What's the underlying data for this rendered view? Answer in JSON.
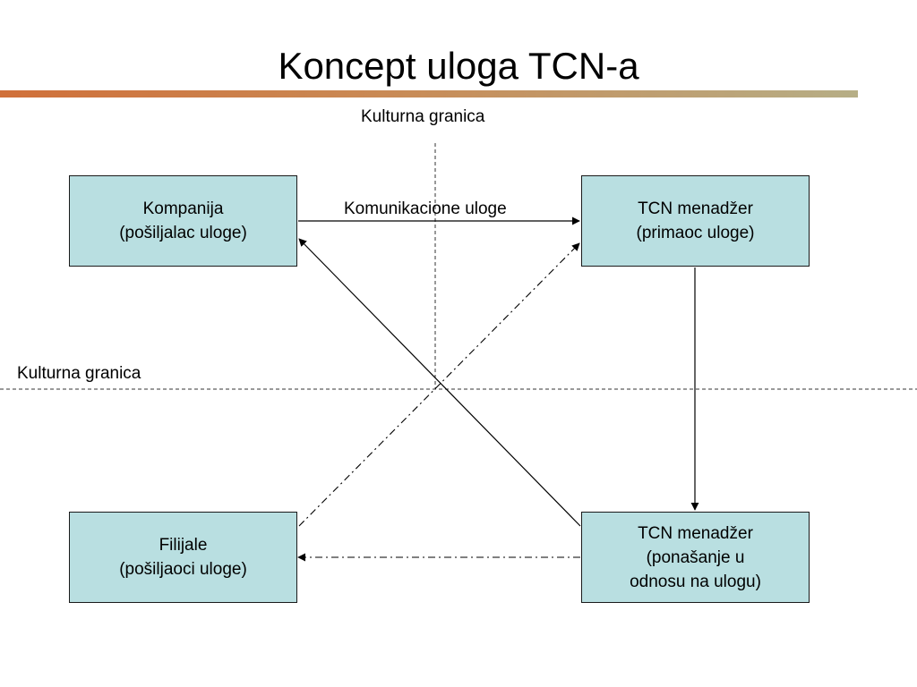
{
  "title": "Koncept uloga TCN-a",
  "colors": {
    "box_fill": "#b9dfe1",
    "title_bar_start": "#d0703a",
    "title_bar_end": "#b6ae86"
  },
  "labels": {
    "border_vertical": "Kulturna granica",
    "border_horizontal": "Kulturna granica",
    "communication": "Komunikacione uloge"
  },
  "nodes": {
    "kompanija": {
      "line1": "Kompanija",
      "line2": "(pošiljalac uloge)"
    },
    "tcn_primaoc": {
      "line1": "TCN menadžer",
      "line2": "(primaoc uloge)"
    },
    "filijale": {
      "line1": "Filijale",
      "line2": "(pošiljaoci uloge)"
    },
    "tcn_ponasanje": {
      "line1": "TCN menadžer",
      "line2": "(ponašanje u",
      "line3": "odnosu na ulogu)"
    }
  },
  "edges": [
    {
      "from": "kompanija",
      "to": "tcn_primaoc",
      "style": "solid",
      "label": "Komunikacione uloge"
    },
    {
      "from": "tcn_primaoc",
      "to": "tcn_ponasanje",
      "style": "solid"
    },
    {
      "from": "tcn_ponasanje",
      "to": "kompanija",
      "style": "solid"
    },
    {
      "from": "tcn_ponasanje",
      "to": "filijale",
      "style": "dash-dot"
    },
    {
      "from": "filijale",
      "to": "tcn_primaoc",
      "style": "dash-dot"
    }
  ]
}
